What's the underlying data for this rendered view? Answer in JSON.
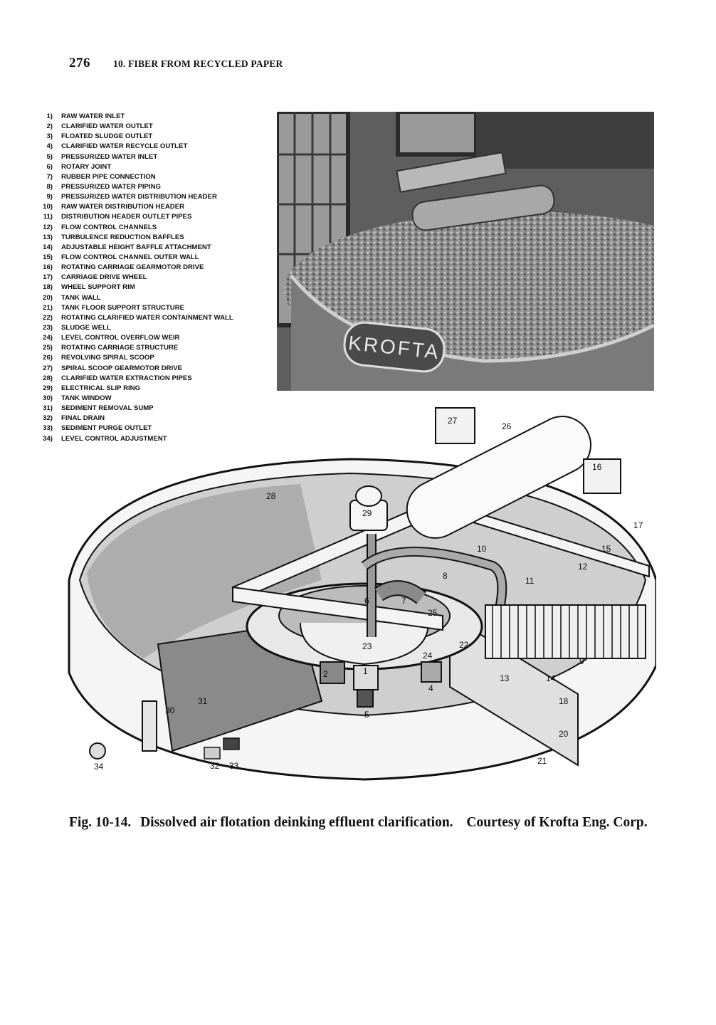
{
  "header": {
    "page_number": "276",
    "running_head": "10. FIBER FROM RECYCLED PAPER"
  },
  "legend": [
    {
      "num": "1)",
      "label": "RAW WATER INLET"
    },
    {
      "num": "2)",
      "label": "CLARIFIED WATER OUTLET"
    },
    {
      "num": "3)",
      "label": "FLOATED SLUDGE OUTLET"
    },
    {
      "num": "4)",
      "label": "CLARIFIED WATER RECYCLE OUTLET"
    },
    {
      "num": "5)",
      "label": "PRESSURIZED WATER INLET"
    },
    {
      "num": "6)",
      "label": "ROTARY JOINT"
    },
    {
      "num": "7)",
      "label": "RUBBER PIPE CONNECTION"
    },
    {
      "num": "8)",
      "label": "PRESSURIZED WATER PIPING"
    },
    {
      "num": "9)",
      "label": "PRESSURIZED WATER DISTRIBUTION HEADER"
    },
    {
      "num": "10)",
      "label": "RAW WATER DISTRIBUTION HEADER"
    },
    {
      "num": "11)",
      "label": "DISTRIBUTION HEADER OUTLET PIPES"
    },
    {
      "num": "12)",
      "label": "FLOW CONTROL CHANNELS"
    },
    {
      "num": "13)",
      "label": "TURBULENCE REDUCTION BAFFLES"
    },
    {
      "num": "14)",
      "label": "ADJUSTABLE HEIGHT BAFFLE ATTACHMENT"
    },
    {
      "num": "15)",
      "label": "FLOW CONTROL CHANNEL OUTER WALL"
    },
    {
      "num": "16)",
      "label": "ROTATING CARRIAGE GEARMOTOR DRIVE"
    },
    {
      "num": "17)",
      "label": "CARRIAGE DRIVE WHEEL"
    },
    {
      "num": "18)",
      "label": "WHEEL SUPPORT RIM"
    },
    {
      "num": "20)",
      "label": "TANK WALL"
    },
    {
      "num": "21)",
      "label": "TANK FLOOR SUPPORT STRUCTURE"
    },
    {
      "num": "22)",
      "label": "ROTATING CLARIFIED WATER CONTAINMENT WALL"
    },
    {
      "num": "23)",
      "label": "SLUDGE WELL"
    },
    {
      "num": "24)",
      "label": "LEVEL CONTROL OVERFLOW WEIR"
    },
    {
      "num": "25)",
      "label": "ROTATING CARRIAGE STRUCTURE"
    },
    {
      "num": "26)",
      "label": "REVOLVING SPIRAL SCOOP"
    },
    {
      "num": "27)",
      "label": "SPIRAL SCOOP GEARMOTOR DRIVE"
    },
    {
      "num": "28)",
      "label": "CLARIFIED WATER EXTRACTION PIPES"
    },
    {
      "num": "29)",
      "label": "ELECTRICAL SLIP RING"
    },
    {
      "num": "30)",
      "label": "TANK WINDOW"
    },
    {
      "num": "31)",
      "label": "SEDIMENT REMOVAL SUMP"
    },
    {
      "num": "32)",
      "label": "FINAL DRAIN"
    },
    {
      "num": "33)",
      "label": "SEDIMENT PURGE OUTLET"
    },
    {
      "num": "34)",
      "label": "LEVEL CONTROL ADJUSTMENT"
    }
  ],
  "photo": {
    "brand_text": "KROFTA"
  },
  "drawing": {
    "callouts": [
      {
        "id": "c1",
        "text": "1"
      },
      {
        "id": "c2",
        "text": "2"
      },
      {
        "id": "c4",
        "text": "4"
      },
      {
        "id": "c5",
        "text": "5"
      },
      {
        "id": "c6",
        "text": "6"
      },
      {
        "id": "c7",
        "text": "7"
      },
      {
        "id": "c8",
        "text": "8"
      },
      {
        "id": "c9",
        "text": "9"
      },
      {
        "id": "c10",
        "text": "10"
      },
      {
        "id": "c11",
        "text": "11"
      },
      {
        "id": "c12",
        "text": "12"
      },
      {
        "id": "c13",
        "text": "13"
      },
      {
        "id": "c14",
        "text": "14"
      },
      {
        "id": "c15",
        "text": "15"
      },
      {
        "id": "c16",
        "text": "16"
      },
      {
        "id": "c17",
        "text": "17"
      },
      {
        "id": "c18",
        "text": "18"
      },
      {
        "id": "c20",
        "text": "20"
      },
      {
        "id": "c21",
        "text": "21"
      },
      {
        "id": "c22",
        "text": "22"
      },
      {
        "id": "c23",
        "text": "23"
      },
      {
        "id": "c24",
        "text": "24"
      },
      {
        "id": "c25",
        "text": "25"
      },
      {
        "id": "c26",
        "text": "26"
      },
      {
        "id": "c27",
        "text": "27"
      },
      {
        "id": "c28",
        "text": "28"
      },
      {
        "id": "c29",
        "text": "29"
      },
      {
        "id": "c30",
        "text": "30"
      },
      {
        "id": "c31",
        "text": "31"
      },
      {
        "id": "c32",
        "text": "32"
      },
      {
        "id": "c33",
        "text": "33"
      },
      {
        "id": "c34",
        "text": "34"
      }
    ]
  },
  "caption": {
    "label": "Fig. 10-14.",
    "text": "Dissolved air flotation deinking effluent clarification.",
    "courtesy": "Courtesy of Krofta Eng. Corp."
  }
}
